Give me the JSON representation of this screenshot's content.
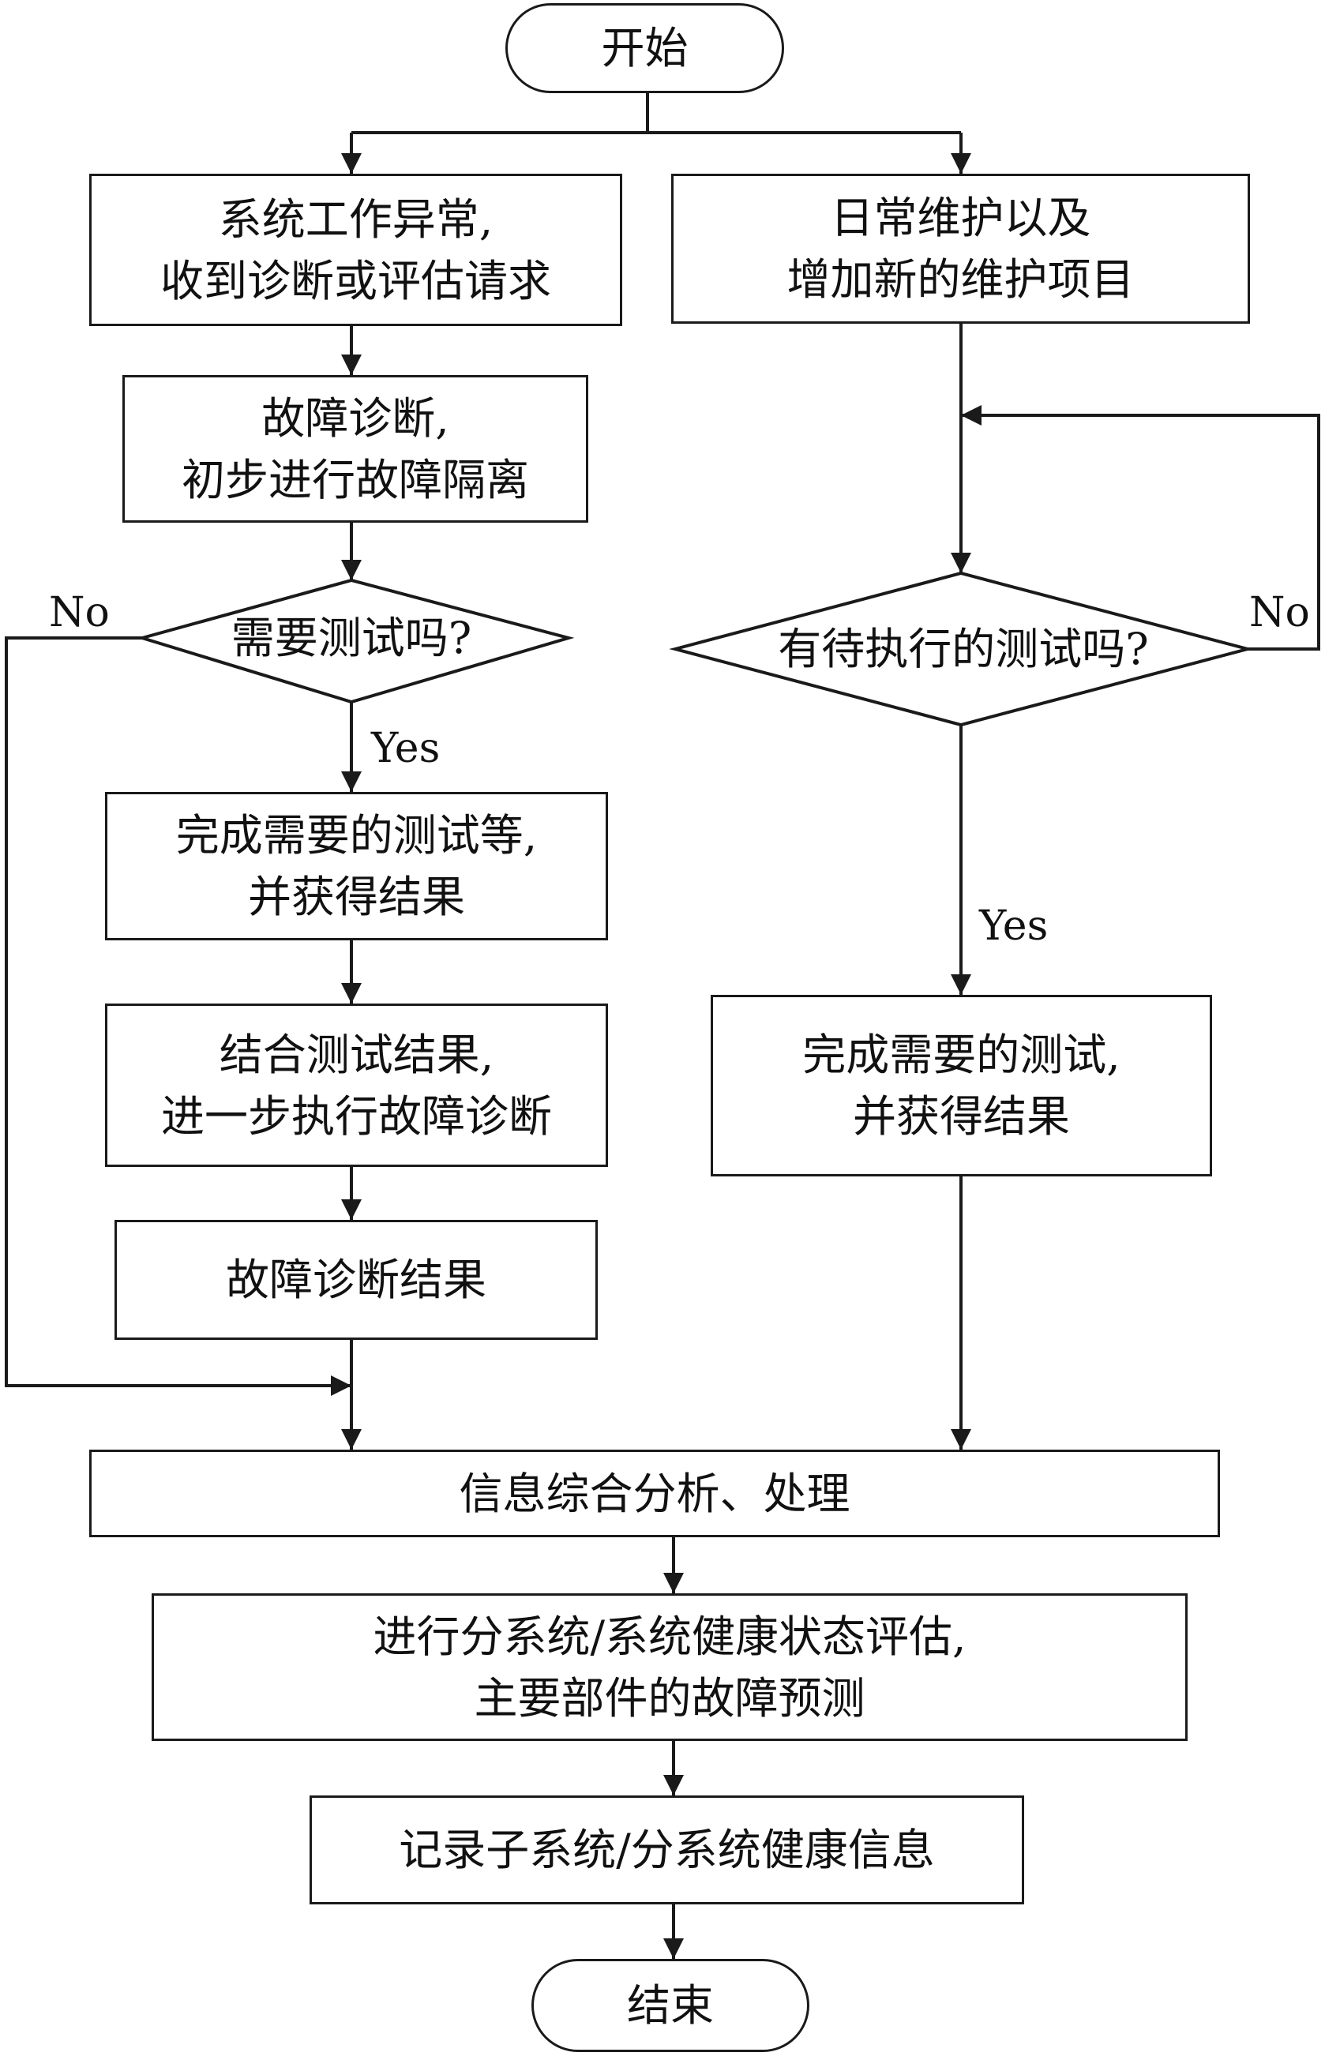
{
  "flowchart": {
    "start": "开始",
    "end": "结束",
    "left_branch": {
      "request": [
        "系统工作异常,",
        "收到诊断或评估请求"
      ],
      "initial_diagnosis": [
        "故障诊断,",
        "初步进行故障隔离"
      ],
      "decision": "需要测试吗?",
      "run_tests": [
        "完成需要的测试等,",
        "并获得结果"
      ],
      "further_diagnosis": [
        "结合测试结果,",
        "进一步执行故障诊断"
      ],
      "diagnosis_result": "故障诊断结果"
    },
    "right_branch": {
      "maintenance": [
        "日常维护以及",
        "增加新的维护项目"
      ],
      "decision": "有待执行的测试吗?",
      "run_tests": [
        "完成需要的测试,",
        "并获得结果"
      ]
    },
    "analysis": "信息综合分析、处理",
    "assessment": [
      "进行分系统/系统健康状态评估,",
      "主要部件的故障预测"
    ],
    "record": "记录子系统/分系统健康信息",
    "labels": {
      "yes": "Yes",
      "no": "No"
    }
  }
}
